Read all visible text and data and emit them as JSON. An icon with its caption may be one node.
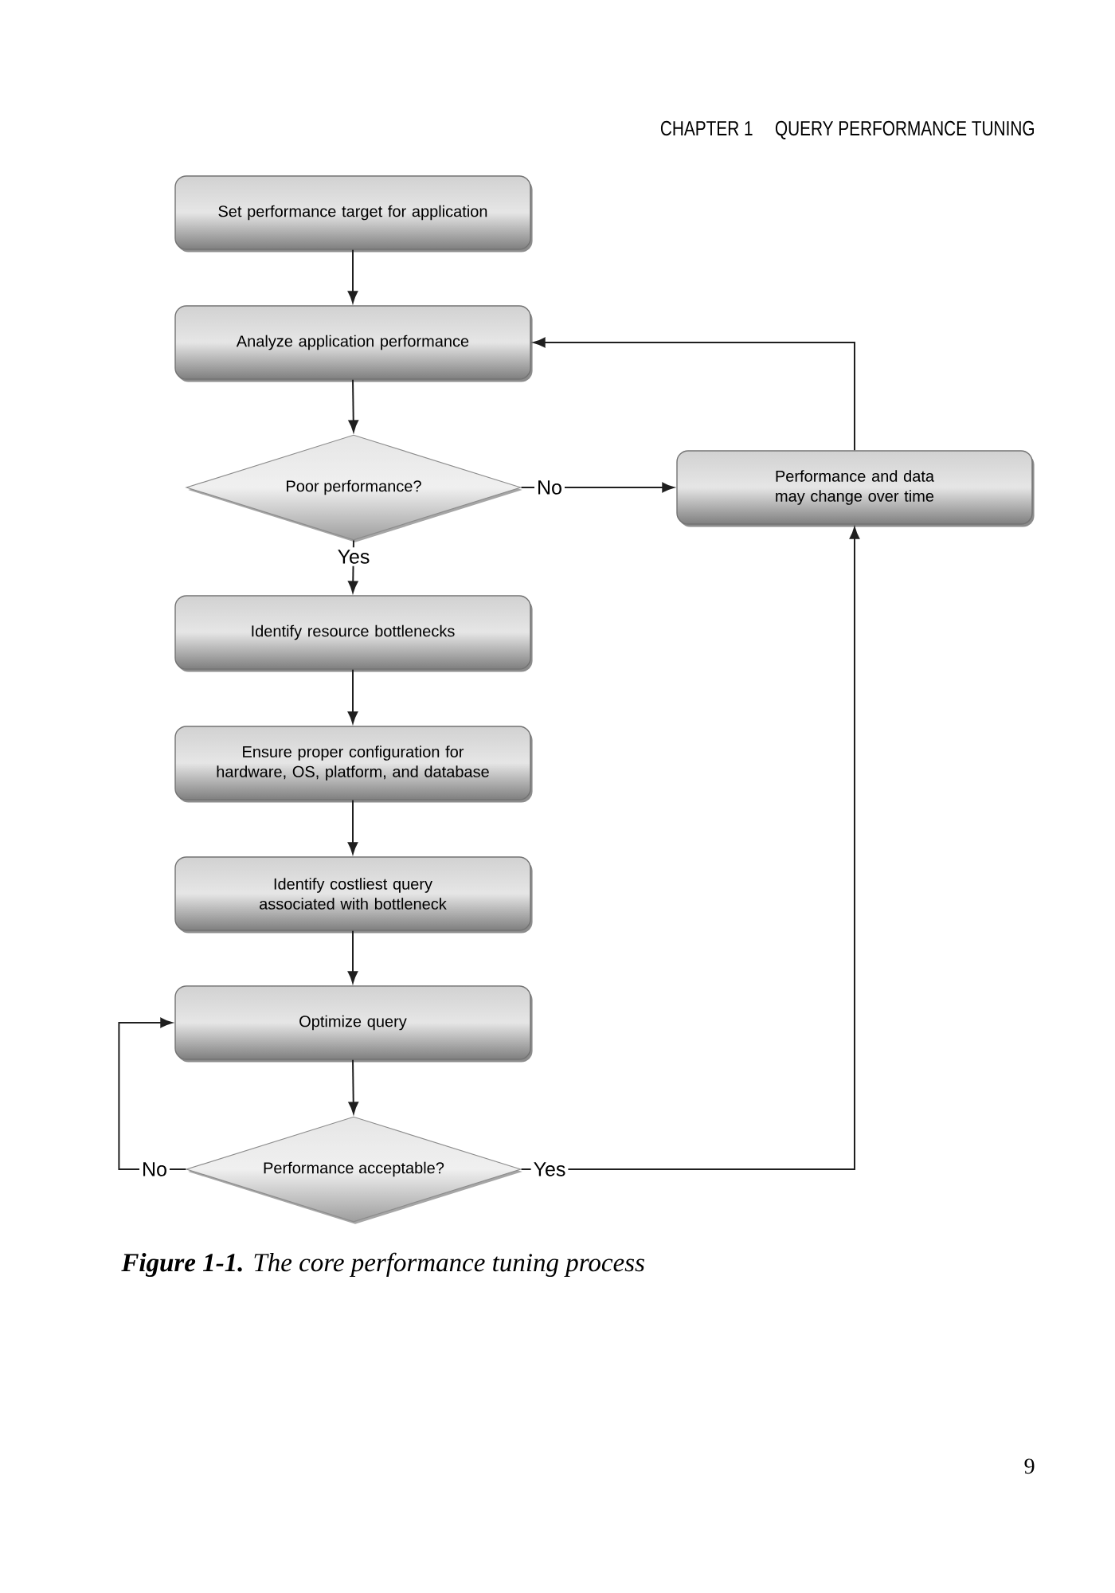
{
  "diagram": {
    "caption": "**Figure 1-1.** The core performance tuning process",
    "nodes": [
      {
        "text": [
          "Set performance target for application"
        ]
      },
      {
        "text": [
          "Analyze application performance"
        ]
      },
      {
        "text": [
          "Poor performance?"
        ]
      },
      {
        "text": [
          "Performance and data may change over time"
        ]
      },
      {
        "text": [
          "Identify resource bottlenecks"
        ]
      },
      {
        "text": [
          "Ensure proper configuration for hardware, OS, platform, and database"
        ]
      },
      {
        "text": [
          "Identify costliest query associated with bottleneck"
        ]
      },
      {
        "text": [
          "Optimize query"
        ]
      },
      {
        "text": [
          "Performance acceptable?"
        ]
      }
    ],
    "edges": [
      {
        "from": 0,
        "to": 1,
        "arrow": "to"
      },
      {
        "from": 1,
        "to": 2,
        "arrow": "to"
      },
      {
        "from": 2,
        "to": 3,
        "arrow": "to",
        "label": "No"
      },
      {
        "from": 2,
        "to": 4,
        "arrow": "to",
        "label": "Yes"
      },
      {
        "from": 3,
        "to": 1,
        "arrow": "to"
      },
      {
        "from": 4,
        "to": 5,
        "arrow": "to"
      },
      {
        "from": 5,
        "to": 6,
        "arrow": "to"
      },
      {
        "from": 6,
        "to": 7,
        "arrow": "to"
      },
      {
        "from": 7,
        "to": 8,
        "arrow": "to"
      },
      {
        "from": 8,
        "to": 7,
        "arrow": "to",
        "label": "No"
      },
      {
        "from": 8,
        "to": 3,
        "arrow": "to",
        "label": "Yes"
      }
    ],
    "labels": [
      "CHAPTER 1",
      "QUERY PERFORMANCE TUNING",
      "9"
    ]
  }
}
